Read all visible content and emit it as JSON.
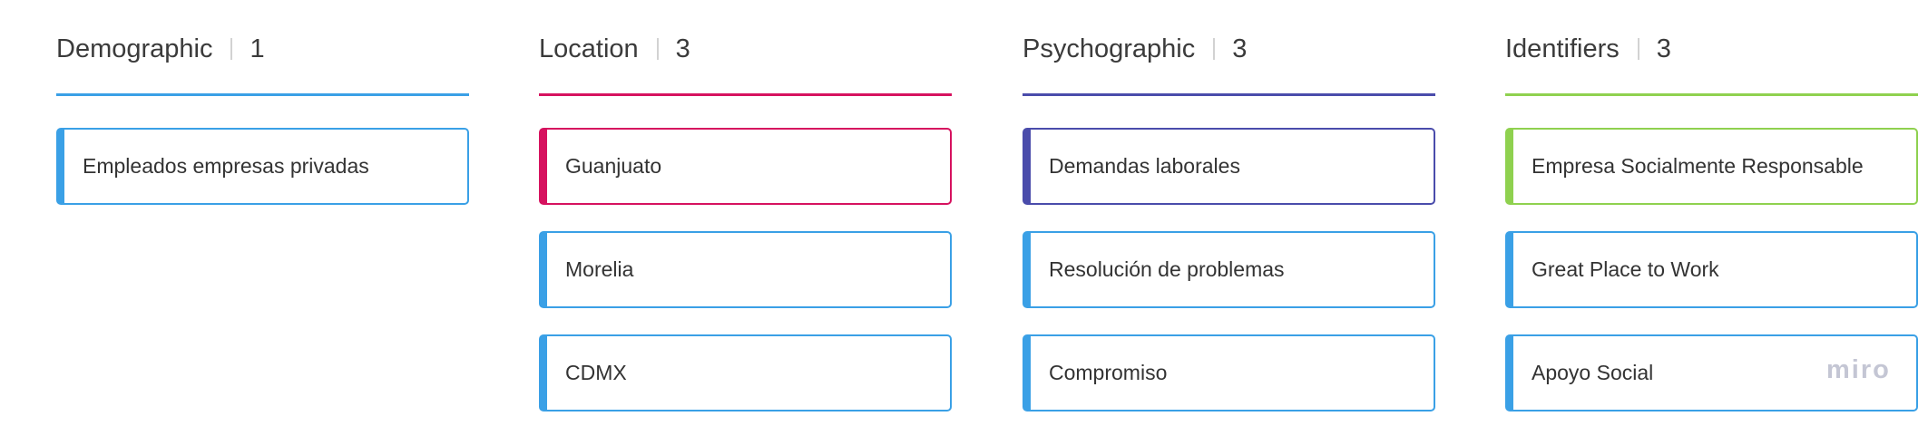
{
  "colors": {
    "blue": "#3aa0e6",
    "pink": "#d6125f",
    "indigo": "#4a4cab",
    "green": "#8fd14f"
  },
  "columns": [
    {
      "title": "Demographic",
      "count": "1",
      "color": "#3aa0e6",
      "cards": [
        {
          "label": "Empleados empresas privadas",
          "color": "#3aa0e6"
        }
      ]
    },
    {
      "title": "Location",
      "count": "3",
      "color": "#d6125f",
      "cards": [
        {
          "label": "Guanjuato",
          "color": "#d6125f"
        },
        {
          "label": "Morelia",
          "color": "#3aa0e6"
        },
        {
          "label": "CDMX",
          "color": "#3aa0e6"
        }
      ]
    },
    {
      "title": "Psychographic",
      "count": "3",
      "color": "#4a4cab",
      "cards": [
        {
          "label": "Demandas laborales",
          "color": "#4a4cab"
        },
        {
          "label": "Resolución de problemas",
          "color": "#3aa0e6"
        },
        {
          "label": "Compromiso",
          "color": "#3aa0e6"
        }
      ]
    },
    {
      "title": "Identifiers",
      "count": "3",
      "color": "#8fd14f",
      "cards": [
        {
          "label": "Empresa Socialmente Responsable",
          "color": "#8fd14f"
        },
        {
          "label": "Great Place to Work",
          "color": "#3aa0e6"
        },
        {
          "label": "Apoyo Social",
          "color": "#3aa0e6"
        }
      ]
    }
  ],
  "watermark": "miro"
}
